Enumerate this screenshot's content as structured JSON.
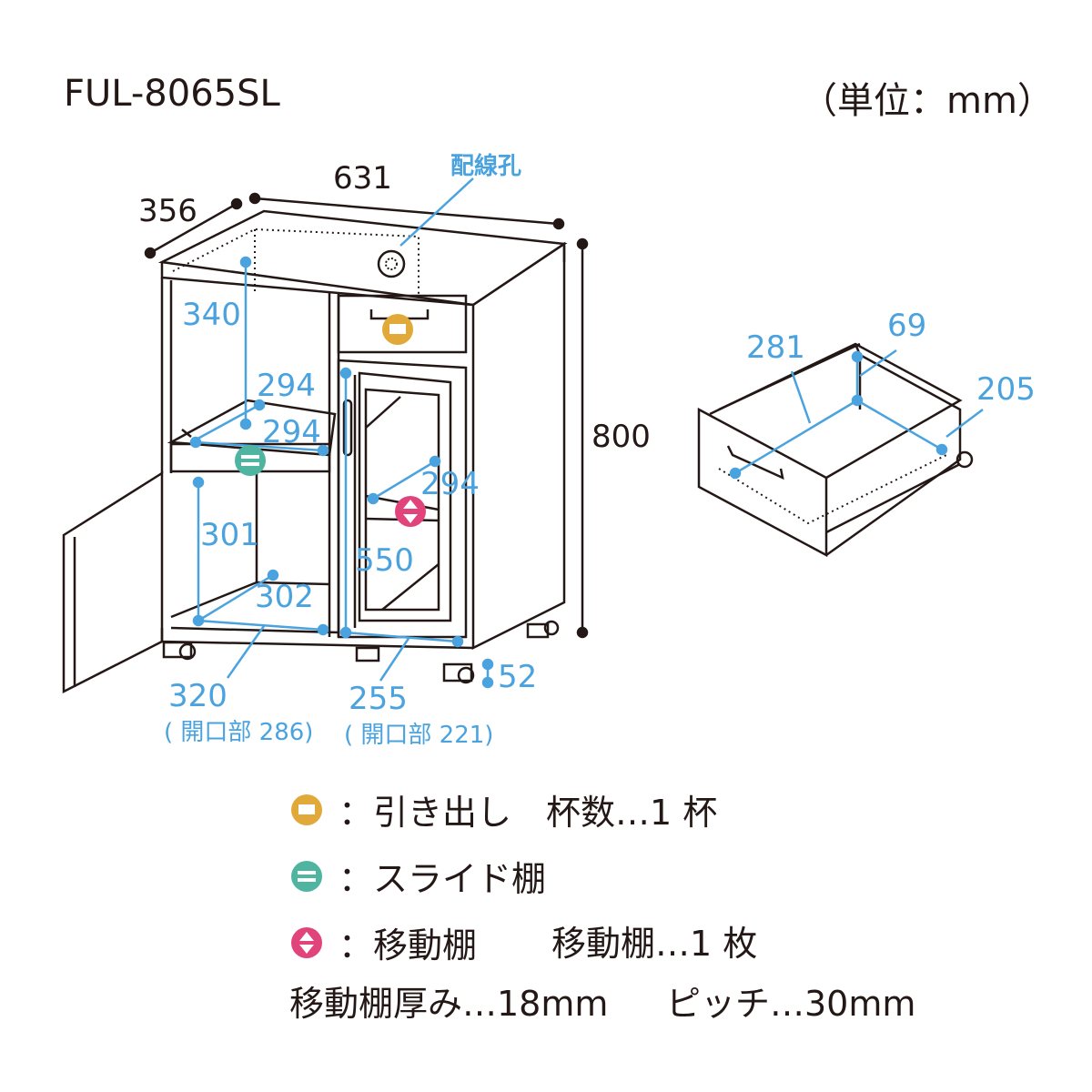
{
  "header": {
    "model": "FUL-8065SL",
    "unit": "（単位：mm）"
  },
  "dimensions": {
    "depth": "356",
    "width": "631",
    "height": "800",
    "wiring_hole": "配線孔",
    "left_upper_height": "340",
    "slide_shelf_depth": "294",
    "slide_shelf_width": "294",
    "movable_shelf_depth": "294",
    "left_lower_height": "301",
    "left_bottom_depth": "302",
    "right_inner_height": "550",
    "left_bottom_width": "320",
    "left_opening": "( 開口部 286)",
    "right_bottom_width": "255",
    "right_opening": "( 開口部 221)",
    "caster_height": "52",
    "drawer_width": "281",
    "drawer_height": "69",
    "drawer_depth": "205"
  },
  "legend": {
    "drawer": {
      "icon": "drawer-icon",
      "color": "#e0a93a",
      "label": "：引き出し　杯数…1 杯"
    },
    "slide_shelf": {
      "icon": "slide-shelf-icon",
      "color": "#4fb5a0",
      "label": "：スライド棚"
    },
    "movable_shelf": {
      "icon": "movable-shelf-icon",
      "color": "#e0447a",
      "label": "：移動棚",
      "extra": "移動棚…1 枚"
    },
    "notes": {
      "thickness": "移動棚厚み…18mm",
      "pitch": "ピッチ…30mm"
    }
  },
  "colors": {
    "line": "#231815",
    "dimension": "#4aa3df"
  }
}
